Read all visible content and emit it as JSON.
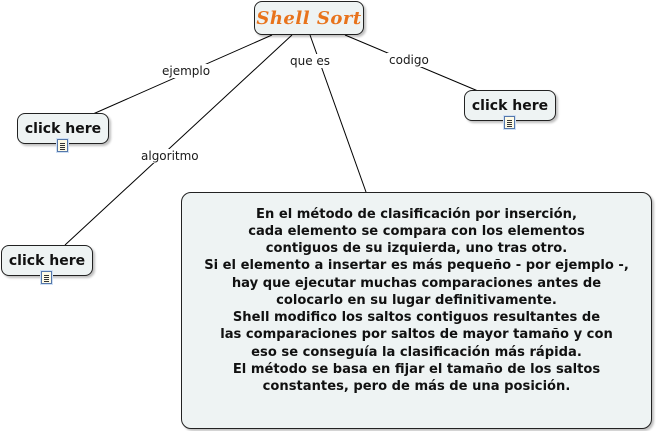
{
  "title": "Shell Sort",
  "links": {
    "ejemplo": "ejemplo",
    "algoritmo": "algoritmo",
    "que_es": "que es",
    "codigo": "codigo"
  },
  "resources": {
    "ejemplo": "click here",
    "algoritmo": "click here",
    "codigo": "click here"
  },
  "description_lines": [
    "En el método de clasificación por inserción,",
    "cada elemento se compara con los elementos",
    "contiguos de su izquierda, uno tras otro.",
    "Si el elemento a insertar es más pequeño - por ejemplo -,",
    "hay que ejecutar muchas comparaciones antes de",
    "colocarlo en su lugar definitivamente.",
    "Shell modifico los saltos contiguos resultantes de",
    "las comparaciones por saltos de mayor tamaño y con",
    "eso se conseguía la clasificación más rápida.",
    "El método se basa en fijar el tamaño de los saltos",
    "constantes, pero de más de una posición."
  ],
  "colors": {
    "title": "#e8731c",
    "node_fill": "#eef3f3",
    "node_border": "#222222",
    "line": "#000000"
  },
  "icons": [
    "document-icon"
  ]
}
